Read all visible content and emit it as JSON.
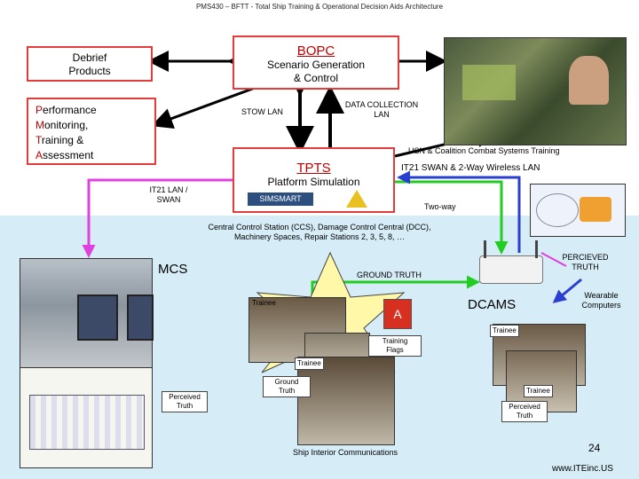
{
  "header": {
    "title": "PMS430 – BFTT - Total Ship Training & Operational Decision Aids Architecture"
  },
  "bopc": {
    "title": "BOPC",
    "subtitle_line1": "Scenario Generation",
    "subtitle_line2": "& Control"
  },
  "debrief": {
    "line1": "Debrief",
    "line2": "Products"
  },
  "pmt": {
    "lines": [
      {
        "initial": "P",
        "rest": "erformance"
      },
      {
        "initial": "M",
        "rest": "onitoring,"
      },
      {
        "initial": "T",
        "rest": "raining &"
      },
      {
        "initial": "A",
        "rest": "ssessment"
      }
    ]
  },
  "tpts": {
    "title": "TPTS",
    "subtitle": "Platform Simulation",
    "logo_text": "SIMSMART"
  },
  "labels": {
    "stow_lan": "STOW LAN",
    "data_collection_line1": "DATA COLLECTION",
    "data_collection_line2": "LAN",
    "usn_coalition": "USN & Coalition Combat Systems Training",
    "it21_swan_wireless": "IT21 SWAN & 2-Way Wireless LAN",
    "it21_lan_line1": "IT21 LAN /",
    "it21_lan_line2": "SWAN",
    "two_way": "Two-way",
    "central_line1": "Central Control Station (CCS), Damage Control Central (DCC),",
    "central_line2": "Machinery Spaces, Repair Stations 2, 3, 5, 8, …",
    "perceived_truth_top_line1": "PERCIEVED",
    "perceived_truth_top_line2": "TRUTH",
    "mcs": "MCS",
    "ground_truth": "GROUND TRUTH",
    "wearable_line1": "Wearable",
    "wearable_line2": "Computers",
    "dcams": "DCAMS",
    "trainee_1": "Trainee",
    "trainee_2": "Trainee",
    "trainee_3": "Trainee",
    "trainee_4": "Trainee",
    "training_flags_line1": "Training",
    "training_flags_line2": "Flags",
    "ground_truth_callout_line1": "Ground",
    "ground_truth_callout_line2": "Truth",
    "perceived_truth_left_line1": "Perceived",
    "perceived_truth_left_line2": "Truth",
    "perceived_truth_right_line1": "Perceived",
    "perceived_truth_right_line2": "Truth",
    "ship_interior": "Ship Interior Communications",
    "page_number": "24",
    "website": "www.ITEinc.US"
  },
  "colors": {
    "box_border": "#e53b3b",
    "arrow_black": "#000000",
    "arrow_magenta": "#e040e0",
    "arrow_green": "#22cc22",
    "arrow_blue": "#2a3fcf",
    "star_fill": "#fff8a8",
    "band_bottom": "#d6ecf7"
  }
}
